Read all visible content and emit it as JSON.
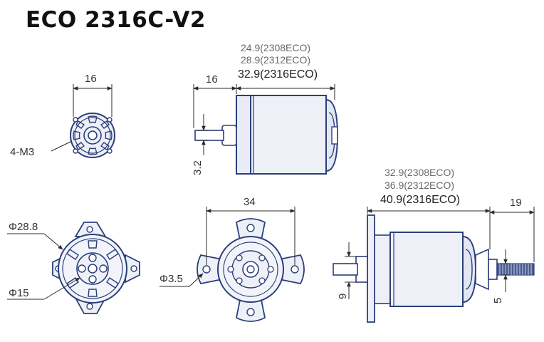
{
  "title": "ECO 2316C-V2",
  "colors": {
    "outline": "#2a3f7a",
    "body_fill": "#e9ecf6",
    "dimension": "#2a2a2a",
    "grey_text": "#6a6a6a"
  },
  "views": {
    "front_top": {
      "width_label": "16",
      "holes_label": "4-M3"
    },
    "side_top": {
      "offset_label": "16",
      "length_2308": "24.9(2308ECO)",
      "length_2312": "28.9(2312ECO)",
      "length_2316": "32.9(2316ECO)",
      "shaft_label": "3.2"
    },
    "front_bottom": {
      "outer_label": "Φ28.8",
      "inner_label": "Φ15"
    },
    "mount_view": {
      "width_label": "34",
      "hole_label": "Φ3.5"
    },
    "side_bottom": {
      "length_2308": "32.9(2308ECO)",
      "length_2312": "36.9(2312ECO)",
      "length_2316": "40.9(2316ECO)",
      "shaft_length_label": "19",
      "shaft_dia_label": "9",
      "thread_label": "5"
    }
  }
}
